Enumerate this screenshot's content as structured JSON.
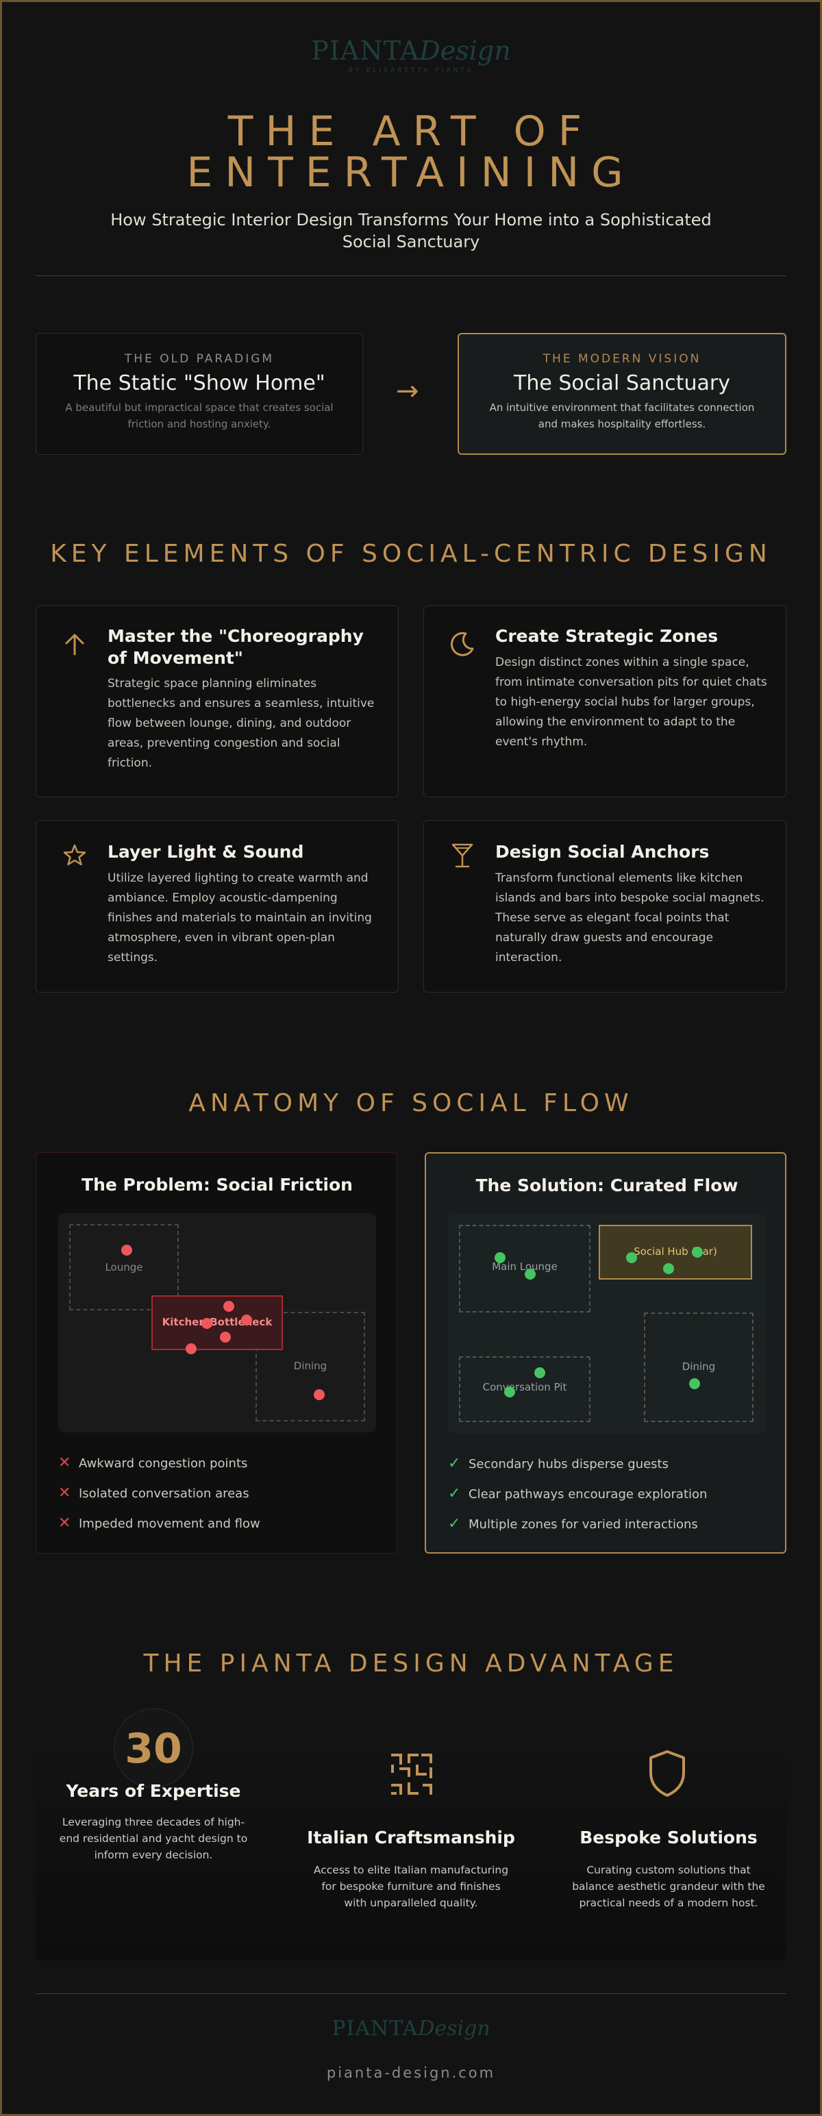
{
  "brand": {
    "logo_main": "PIANTA",
    "logo_script": "Design",
    "logo_sub": "BY ELISABETTA PIANTA",
    "website": "pianta-design.com"
  },
  "hero": {
    "title_line1": "THE ART OF",
    "title_line2": "ENTERTAINING",
    "subtitle": "How Strategic Interior Design Transforms Your Home into a Sophisticated Social Sanctuary"
  },
  "paradigm": {
    "old": {
      "label": "THE OLD PARADIGM",
      "title": "The Static \"Show Home\"",
      "desc": "A beautiful but impractical space that creates social friction and hosting anxiety."
    },
    "arrow": "→",
    "new": {
      "label": "THE MODERN VISION",
      "title": "The Social Sanctuary",
      "desc": "An intuitive environment that facilitates connection and makes hospitality effortless."
    }
  },
  "key_elements": {
    "title": "KEY ELEMENTS OF SOCIAL-CENTRIC DESIGN",
    "items": [
      {
        "icon": "arrow-up-icon",
        "title": "Master the \"Choreography of Movement\"",
        "desc": "Strategic space planning eliminates bottlenecks and ensures a seamless, intuitive flow between lounge, dining, and outdoor areas, preventing congestion and social friction."
      },
      {
        "icon": "crescent-moon-icon",
        "title": "Create Strategic Zones",
        "desc": "Design distinct zones within a single space, from intimate conversation pits for quiet chats to high-energy social hubs for larger groups, allowing the environment to adapt to the event's rhythm."
      },
      {
        "icon": "star-icon",
        "title": "Layer Light & Sound",
        "desc": "Utilize layered lighting to create warmth and ambiance. Employ acoustic-dampening finishes and materials to maintain an inviting atmosphere, even in vibrant open-plan settings."
      },
      {
        "icon": "cocktail-glass-icon",
        "title": "Design Social Anchors",
        "desc": "Transform functional elements like kitchen islands and bars into bespoke social magnets. These serve as elegant focal points that naturally draw guests and encourage interaction."
      }
    ]
  },
  "anatomy": {
    "title": "ANATOMY OF SOCIAL FLOW",
    "problem": {
      "title": "The Problem: Social Friction",
      "zones": {
        "lounge": "Lounge",
        "bottleneck": "Kitchen Bottleneck",
        "dining": "Dining"
      },
      "bullets": [
        "Awkward congestion points",
        "Isolated conversation areas",
        "Impeded movement and flow"
      ],
      "mark": "✕"
    },
    "solution": {
      "title": "The Solution: Curated Flow",
      "zones": {
        "main_lounge": "Main Lounge",
        "social_hub": "Social Hub (Bar)",
        "conversation_pit": "Conversation Pit",
        "dining": "Dining"
      },
      "bullets": [
        "Secondary hubs disperse guests",
        "Clear pathways encourage exploration",
        "Multiple zones for varied interactions"
      ],
      "mark": "✓"
    }
  },
  "advantage": {
    "title": "THE PIANTA DESIGN ADVANTAGE",
    "items": [
      {
        "stat": "30",
        "title": "Years of Expertise",
        "desc": "Leveraging three decades of high-end residential and yacht design to inform every decision."
      },
      {
        "icon": "craftsmanship-icon",
        "title": "Italian Craftsmanship",
        "desc": "Access to elite Italian manufacturing for bespoke furniture and finishes with unparalleled quality."
      },
      {
        "icon": "shield-icon",
        "title": "Bespoke Solutions",
        "desc": "Curating custom solutions that balance aesthetic grandeur with the practical needs of a modern host."
      }
    ]
  },
  "colors": {
    "gold": "#c09355",
    "background": "#131313",
    "teal_logo": "#1f3f3d",
    "problem_red": "#f0575d",
    "solution_green": "#46c463"
  }
}
